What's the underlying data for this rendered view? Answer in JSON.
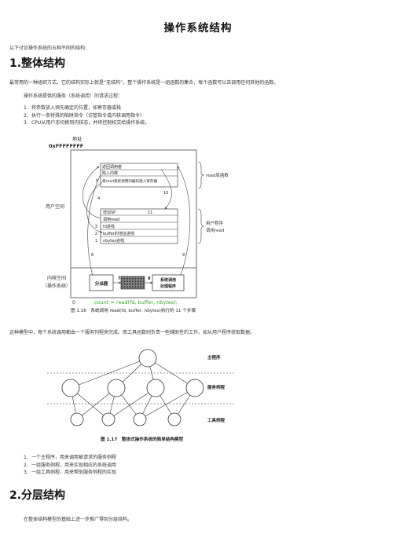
{
  "doc": {
    "title": "操作系统结构",
    "intro": "以下讨论操作系统的五种不同的结构:",
    "section1": {
      "heading": "1.整体结构",
      "para1": "最常用的一种组织方式。它的结构实际上就是“无结构”，整个操作系统是一组函数的集合，每个函数可以去调用任何其他的函数。",
      "para2": "操作系统提供的服务（系统调用）的请求过程：",
      "steps": [
        {
          "num": "1.",
          "text": "将参数放入预先确定的位置，如寄存器或栈"
        },
        {
          "num": "2.",
          "text": "执行一条特殊的陷阱指令（访管指令或内核调用指令）"
        },
        {
          "num": "3.",
          "text": "CPU从用户态切换到内核态，并将控制权交给操作系统。"
        }
      ]
    },
    "fig116": {
      "addr_label": "地址",
      "addr_value": "0xFFFFFFFF",
      "user_space": "用户空间",
      "kernel_space_1": "内核空间",
      "kernel_space_2": "（操作系统）",
      "zero": "0",
      "stack_rows": [
        "返回调用者",
        "陷入内核",
        "将read系统调用的编码放入寄存器"
      ],
      "stack_nums": [
        "5",
        "10",
        "4"
      ],
      "proc_rows": [
        "增加SP",
        "调用read",
        "fd进栈",
        "buffer的地址进栈",
        "nbytes进栈"
      ],
      "proc_nums": [
        "11",
        "3",
        "2",
        "1"
      ],
      "right_label_1": "read库函数",
      "right_label_2a": "用户程序",
      "right_label_2b": "调用read",
      "num6": "6",
      "num9": "9",
      "dispatcher": "分派器",
      "num7": "7",
      "num8": "8",
      "handler_1": "系统调用",
      "handler_2": "处理程序",
      "code": "count = read(fd, buffer, nbytes);",
      "caption": "图 1.16　系统调用 read(fd, buffer, nbytes)执行的 11 个步骤"
    },
    "para3": "这种模型中，每个系统调用都由一个服务列程来完成。而工具函数则负责一些辅助性的工作，如从用户程序获取数据。",
    "fig117": {
      "label_main": "主程序",
      "label_service": "服务例程",
      "label_tool": "工具例程",
      "caption": "图 1.17　整体式操作系统的简单结构模型"
    },
    "list2": [
      {
        "num": "1.",
        "text": "一个主程序，用来调用被请求的服务例程"
      },
      {
        "num": "2.",
        "text": "一组服务例程，用来实现相应的系统调用"
      },
      {
        "num": "3.",
        "text": "一组工具例程，用来帮助服务例程的实现"
      }
    ],
    "section2": {
      "heading": "2.分层结构",
      "para": "在整体结构模型的基础上进一步推广得到分层结构。"
    }
  },
  "colors": {
    "code_green": "#3a9e2f",
    "figure_gray": "#555555"
  }
}
